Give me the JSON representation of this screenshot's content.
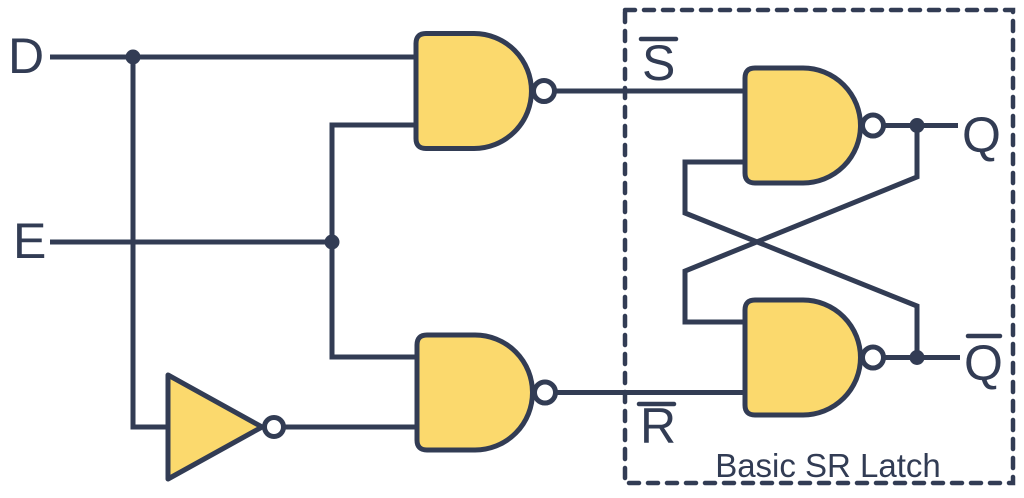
{
  "colors": {
    "line": "#323C54",
    "gate_fill": "#FBD96D",
    "bubble_fill": "#FFFFFF",
    "background": "#FFFFFF"
  },
  "labels": {
    "d": "D",
    "e": "E",
    "s": "S",
    "r": "R",
    "q": "Q",
    "q_bar": "Q",
    "box_caption": "Basic SR Latch"
  },
  "annotations": {
    "s_has_overline": true,
    "r_has_overline": true,
    "q_bar_has_overline": true
  },
  "components": {
    "gates": [
      {
        "name": "nand-gate-top-left",
        "type": "NAND",
        "inputs": [
          "D",
          "E"
        ],
        "output": "S-bar"
      },
      {
        "name": "not-gate",
        "type": "NOT",
        "inputs": [
          "D"
        ],
        "output": "inverted-D"
      },
      {
        "name": "nand-gate-bottom-left",
        "type": "NAND",
        "inputs": [
          "E",
          "inverted-D"
        ],
        "output": "R-bar"
      },
      {
        "name": "sr-nand-gate-top",
        "type": "NAND",
        "inputs": [
          "S-bar",
          "Q-bar-feedback"
        ],
        "output": "Q"
      },
      {
        "name": "sr-nand-gate-bottom",
        "type": "NAND",
        "inputs": [
          "Q-feedback",
          "R-bar"
        ],
        "output": "Q-bar"
      }
    ],
    "boundary_box": {
      "style": "dashed",
      "contains": "Basic SR Latch"
    }
  }
}
